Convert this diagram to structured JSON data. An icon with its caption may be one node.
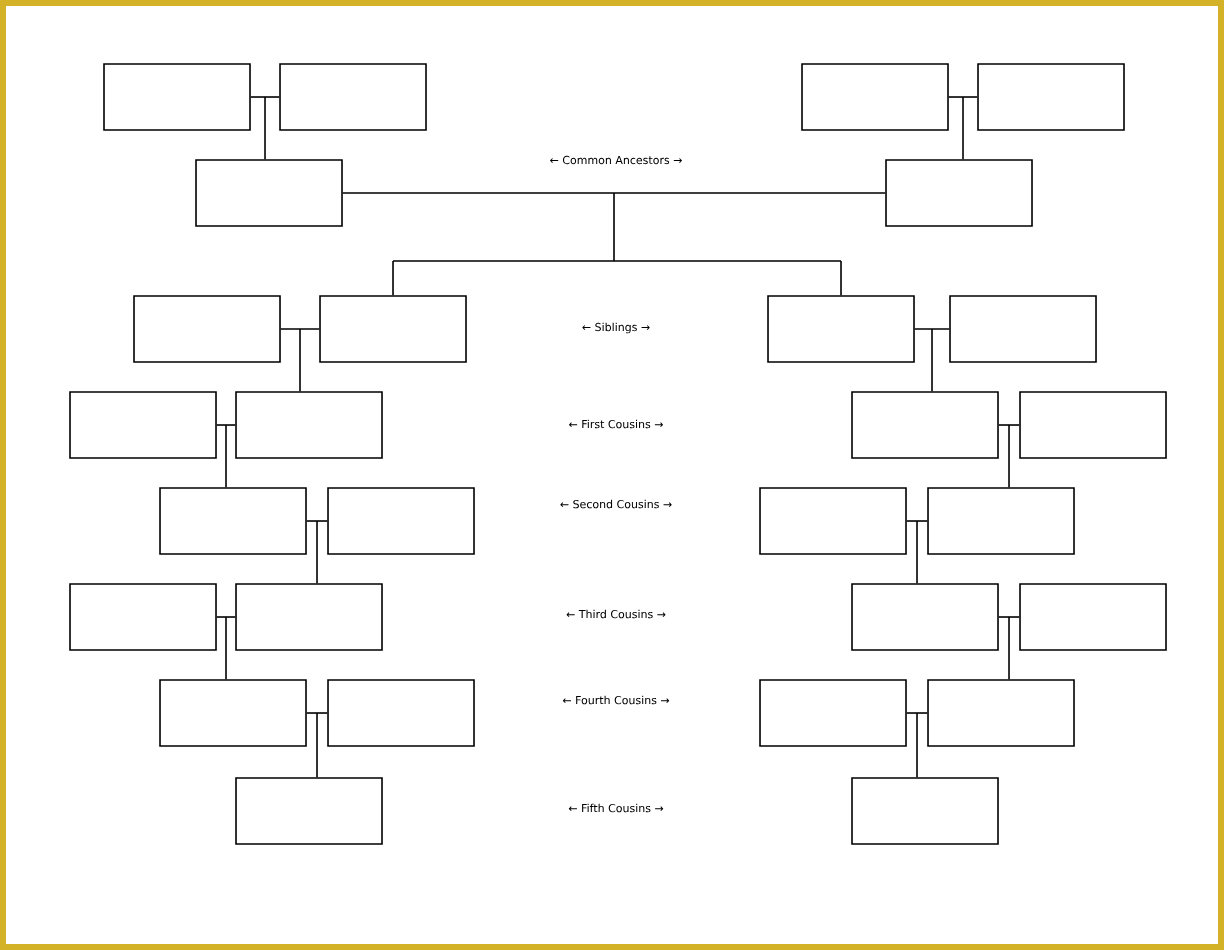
{
  "diagram": {
    "nodes": [
      {
        "text": [],
        "shape": "box"
      },
      {
        "text": [],
        "shape": "box"
      },
      {
        "text": [],
        "shape": "box"
      },
      {
        "text": [],
        "shape": "box"
      },
      {
        "text": [],
        "shape": "box"
      },
      {
        "text": [],
        "shape": "box"
      },
      {
        "text": [],
        "shape": "box"
      },
      {
        "text": [],
        "shape": "box"
      },
      {
        "text": [],
        "shape": "box"
      },
      {
        "text": [],
        "shape": "box"
      },
      {
        "text": [],
        "shape": "box"
      },
      {
        "text": [],
        "shape": "box"
      },
      {
        "text": [],
        "shape": "box"
      },
      {
        "text": [],
        "shape": "box"
      },
      {
        "text": [],
        "shape": "box"
      },
      {
        "text": [],
        "shape": "box"
      },
      {
        "text": [],
        "shape": "box"
      },
      {
        "text": [],
        "shape": "box"
      },
      {
        "text": [],
        "shape": "box"
      },
      {
        "text": [],
        "shape": "box"
      },
      {
        "text": [],
        "shape": "box"
      },
      {
        "text": [],
        "shape": "box"
      },
      {
        "text": [],
        "shape": "box"
      },
      {
        "text": [],
        "shape": "box"
      },
      {
        "text": [],
        "shape": "box"
      },
      {
        "text": [],
        "shape": "box"
      },
      {
        "text": [],
        "shape": "box"
      },
      {
        "text": [],
        "shape": "box"
      }
    ],
    "edges": [
      {
        "from": 0,
        "to": 1,
        "arrow": "none"
      },
      {
        "from": 2,
        "to": 3,
        "arrow": "none"
      },
      {
        "from": 0,
        "to": 4,
        "arrow": "none"
      },
      {
        "from": 1,
        "to": 4,
        "arrow": "none"
      },
      {
        "from": 2,
        "to": 5,
        "arrow": "none"
      },
      {
        "from": 3,
        "to": 5,
        "arrow": "none"
      },
      {
        "from": 4,
        "to": 7,
        "arrow": "none"
      },
      {
        "from": 5,
        "to": 7,
        "arrow": "none"
      },
      {
        "from": 4,
        "to": 8,
        "arrow": "none"
      },
      {
        "from": 5,
        "to": 8,
        "arrow": "none"
      },
      {
        "from": 6,
        "to": 7,
        "arrow": "none"
      },
      {
        "from": 8,
        "to": 9,
        "arrow": "none"
      },
      {
        "from": 6,
        "to": 11,
        "arrow": "none"
      },
      {
        "from": 7,
        "to": 11,
        "arrow": "none"
      },
      {
        "from": 8,
        "to": 12,
        "arrow": "none"
      },
      {
        "from": 9,
        "to": 12,
        "arrow": "none"
      },
      {
        "from": 10,
        "to": 11,
        "arrow": "none"
      },
      {
        "from": 12,
        "to": 13,
        "arrow": "none"
      },
      {
        "from": 10,
        "to": 14,
        "arrow": "none"
      },
      {
        "from": 11,
        "to": 14,
        "arrow": "none"
      },
      {
        "from": 12,
        "to": 17,
        "arrow": "none"
      },
      {
        "from": 13,
        "to": 17,
        "arrow": "none"
      },
      {
        "from": 14,
        "to": 15,
        "arrow": "none"
      },
      {
        "from": 16,
        "to": 17,
        "arrow": "none"
      },
      {
        "from": 14,
        "to": 19,
        "arrow": "none"
      },
      {
        "from": 15,
        "to": 19,
        "arrow": "none"
      },
      {
        "from": 16,
        "to": 20,
        "arrow": "none"
      },
      {
        "from": 17,
        "to": 20,
        "arrow": "none"
      },
      {
        "from": 18,
        "to": 19,
        "arrow": "none"
      },
      {
        "from": 20,
        "to": 21,
        "arrow": "none"
      },
      {
        "from": 18,
        "to": 22,
        "arrow": "none"
      },
      {
        "from": 19,
        "to": 22,
        "arrow": "none"
      },
      {
        "from": 20,
        "to": 25,
        "arrow": "none"
      },
      {
        "from": 21,
        "to": 25,
        "arrow": "none"
      },
      {
        "from": 22,
        "to": 23,
        "arrow": "none"
      },
      {
        "from": 24,
        "to": 25,
        "arrow": "none"
      },
      {
        "from": 22,
        "to": 26,
        "arrow": "none"
      },
      {
        "from": 23,
        "to": 26,
        "arrow": "none"
      },
      {
        "from": 24,
        "to": 27,
        "arrow": "none"
      },
      {
        "from": 25,
        "to": 27,
        "arrow": "none"
      }
    ],
    "labels": [
      "← Common Ancestors →",
      "← Siblings →",
      "← First Cousins →",
      "← Second Cousins →",
      "← Third Cousins →",
      "← Fourth Cousins →",
      "← Fifth Cousins →"
    ]
  }
}
